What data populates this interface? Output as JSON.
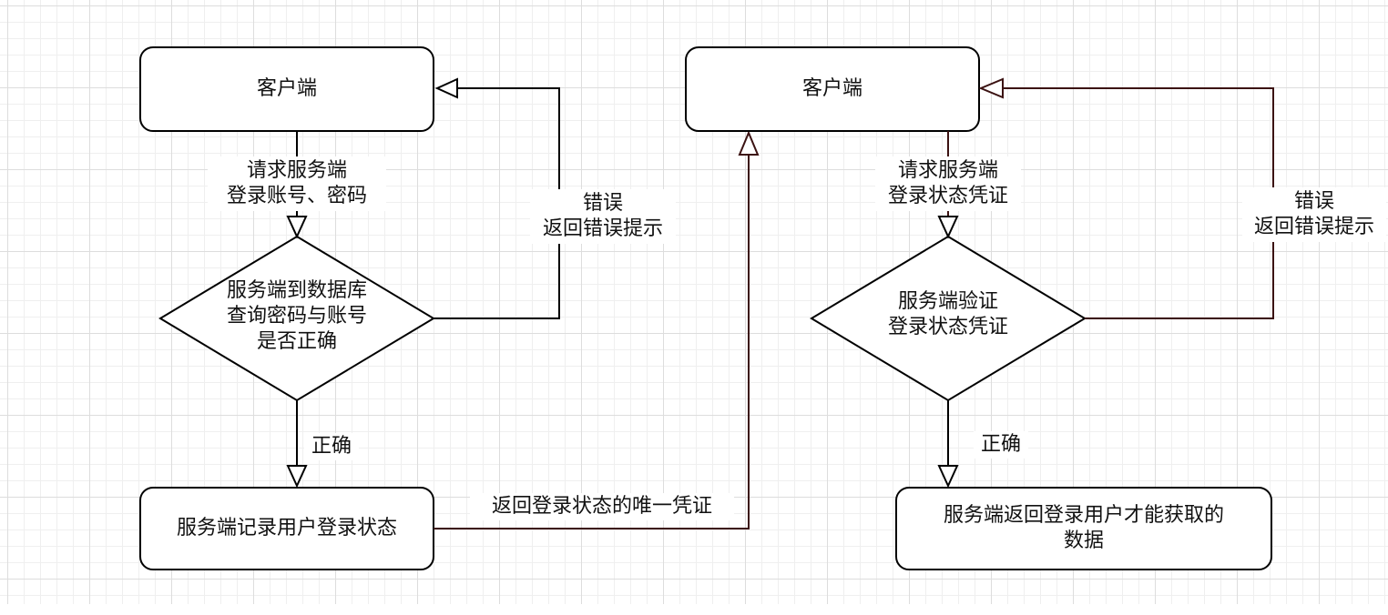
{
  "colors": {
    "stroke": "#000000",
    "right_connector": "#3b1212",
    "fill": "#ffffff",
    "text": "#111111"
  },
  "left_flow": {
    "client_label": "客户端",
    "request_label": "请求服务端\n登录账号、密码",
    "check_label": "服务端到数据库\n查询密码与账号\n是否正确",
    "error_label": "错误\n返回错误提示",
    "correct_label": "正确",
    "record_label": "服务端记录用户登录状态"
  },
  "bridge": {
    "return_label": "返回登录状态的唯一凭证"
  },
  "right_flow": {
    "client_label": "客户端",
    "request_label": "请求服务端\n登录状态凭证",
    "verify_label": "服务端验证\n登录状态凭证",
    "error_label": "错误\n返回错误提示",
    "correct_label": "正确",
    "data_label": "服务端返回登录用户才能获取的\n数据"
  }
}
